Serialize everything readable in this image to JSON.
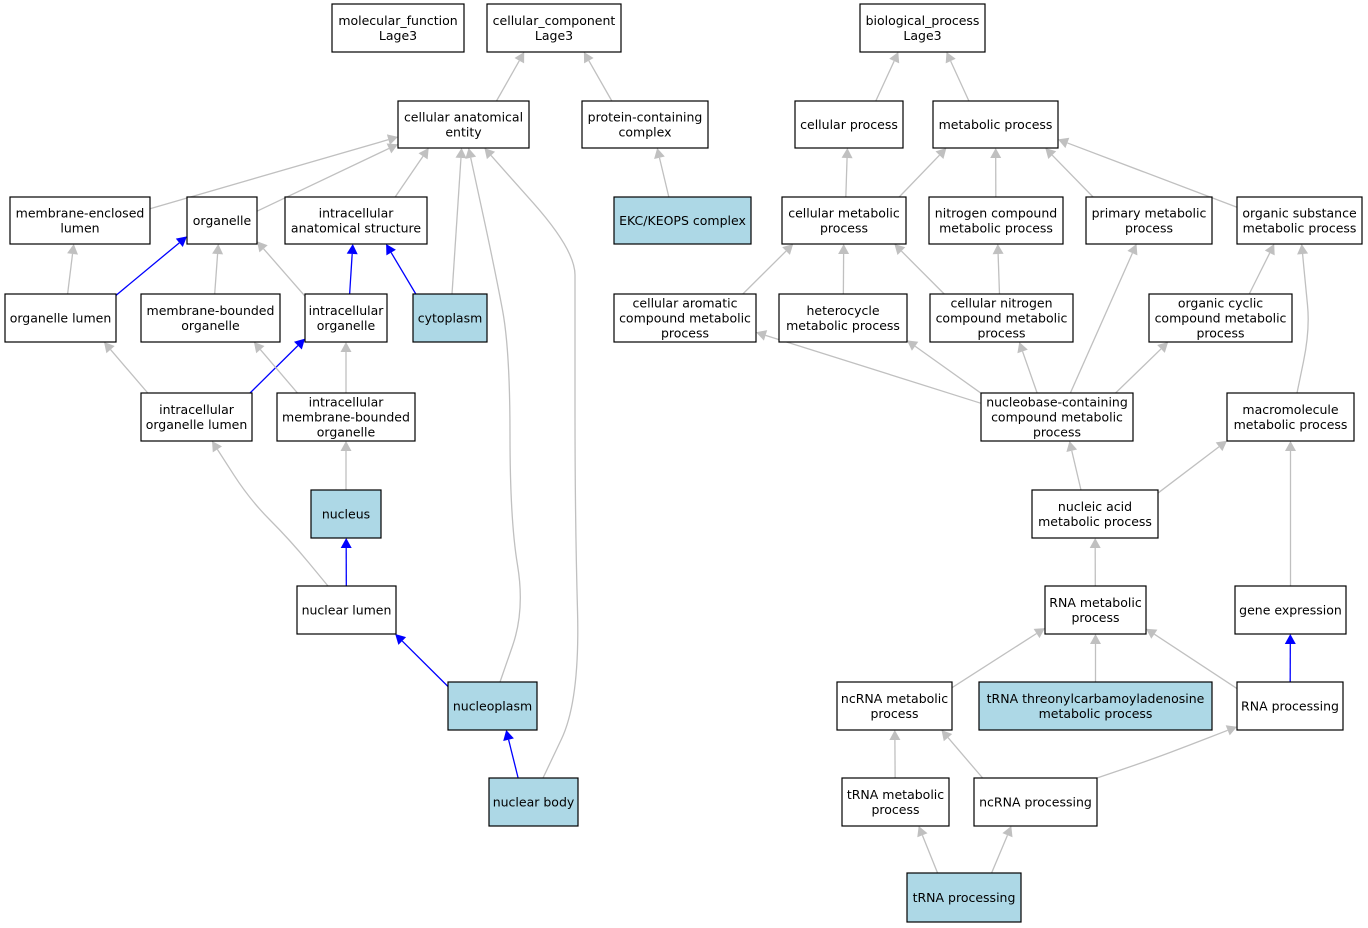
{
  "colors": {
    "highlight_fill": "#add8e6",
    "default_fill": "#ffffff",
    "gray_edge": "#c0c0c0",
    "blue_edge": "#0000ff"
  },
  "nodes": [
    {
      "id": "mf",
      "lines": [
        "molecular_function",
        "Lage3"
      ],
      "highlighted": false
    },
    {
      "id": "cc",
      "lines": [
        "cellular_component",
        "Lage3"
      ],
      "highlighted": false
    },
    {
      "id": "bp",
      "lines": [
        "biological_process",
        "Lage3"
      ],
      "highlighted": false
    },
    {
      "id": "cae",
      "lines": [
        "cellular anatomical",
        "entity"
      ],
      "highlighted": false
    },
    {
      "id": "pcc",
      "lines": [
        "protein-containing",
        "complex"
      ],
      "highlighted": false
    },
    {
      "id": "cp",
      "lines": [
        "cellular process"
      ],
      "highlighted": false
    },
    {
      "id": "mp",
      "lines": [
        "metabolic process"
      ],
      "highlighted": false
    },
    {
      "id": "mel",
      "lines": [
        "membrane-enclosed",
        "lumen"
      ],
      "highlighted": false
    },
    {
      "id": "org",
      "lines": [
        "organelle"
      ],
      "highlighted": false
    },
    {
      "id": "ias",
      "lines": [
        "intracellular",
        "anatomical structure"
      ],
      "highlighted": false
    },
    {
      "id": "ekc",
      "lines": [
        "EKC/KEOPS complex"
      ],
      "highlighted": true
    },
    {
      "id": "cmp",
      "lines": [
        "cellular metabolic",
        "process"
      ],
      "highlighted": false
    },
    {
      "id": "ncmp",
      "lines": [
        "nitrogen compound",
        "metabolic process"
      ],
      "highlighted": false
    },
    {
      "id": "pmp",
      "lines": [
        "primary metabolic",
        "process"
      ],
      "highlighted": false
    },
    {
      "id": "osmp",
      "lines": [
        "organic substance",
        "metabolic process"
      ],
      "highlighted": false
    },
    {
      "id": "ol",
      "lines": [
        "organelle lumen"
      ],
      "highlighted": false
    },
    {
      "id": "mbo",
      "lines": [
        "membrane-bounded",
        "organelle"
      ],
      "highlighted": false
    },
    {
      "id": "io",
      "lines": [
        "intracellular",
        "organelle"
      ],
      "highlighted": false
    },
    {
      "id": "cyt",
      "lines": [
        "cytoplasm"
      ],
      "highlighted": true
    },
    {
      "id": "cacmp",
      "lines": [
        "cellular aromatic",
        "compound metabolic",
        "process"
      ],
      "highlighted": false
    },
    {
      "id": "hmp",
      "lines": [
        "heterocycle",
        "metabolic process"
      ],
      "highlighted": false
    },
    {
      "id": "cncmp",
      "lines": [
        "cellular nitrogen",
        "compound metabolic",
        "process"
      ],
      "highlighted": false
    },
    {
      "id": "occmp",
      "lines": [
        "organic cyclic",
        "compound metabolic",
        "process"
      ],
      "highlighted": false
    },
    {
      "id": "iol",
      "lines": [
        "intracellular",
        "organelle lumen"
      ],
      "highlighted": false
    },
    {
      "id": "imbo",
      "lines": [
        "intracellular",
        "membrane-bounded",
        "organelle"
      ],
      "highlighted": false
    },
    {
      "id": "nbccmp",
      "lines": [
        "nucleobase-containing",
        "compound metabolic",
        "process"
      ],
      "highlighted": false
    },
    {
      "id": "mmp",
      "lines": [
        "macromolecule",
        "metabolic process"
      ],
      "highlighted": false
    },
    {
      "id": "nuc",
      "lines": [
        "nucleus"
      ],
      "highlighted": true
    },
    {
      "id": "namp",
      "lines": [
        "nucleic acid",
        "metabolic process"
      ],
      "highlighted": false
    },
    {
      "id": "nl",
      "lines": [
        "nuclear lumen"
      ],
      "highlighted": false
    },
    {
      "id": "rmp",
      "lines": [
        "RNA metabolic",
        "process"
      ],
      "highlighted": false
    },
    {
      "id": "ge",
      "lines": [
        "gene expression"
      ],
      "highlighted": false
    },
    {
      "id": "np",
      "lines": [
        "nucleoplasm"
      ],
      "highlighted": true
    },
    {
      "id": "ncrmp",
      "lines": [
        "ncRNA metabolic",
        "process"
      ],
      "highlighted": false
    },
    {
      "id": "ttamp",
      "lines": [
        "tRNA threonylcarbamoyladenosine",
        "metabolic process"
      ],
      "highlighted": true
    },
    {
      "id": "rp",
      "lines": [
        "RNA processing"
      ],
      "highlighted": false
    },
    {
      "id": "nb",
      "lines": [
        "nuclear body"
      ],
      "highlighted": true
    },
    {
      "id": "tmp",
      "lines": [
        "tRNA metabolic",
        "process"
      ],
      "highlighted": false
    },
    {
      "id": "ncp",
      "lines": [
        "ncRNA processing"
      ],
      "highlighted": false
    },
    {
      "id": "tp",
      "lines": [
        "tRNA processing"
      ],
      "highlighted": true
    }
  ],
  "edges": [
    {
      "from": "cae",
      "to": "cc",
      "type": "gray"
    },
    {
      "from": "pcc",
      "to": "cc",
      "type": "gray"
    },
    {
      "from": "cp",
      "to": "bp",
      "type": "gray"
    },
    {
      "from": "mp",
      "to": "bp",
      "type": "gray"
    },
    {
      "from": "mel",
      "to": "cae",
      "type": "gray"
    },
    {
      "from": "org",
      "to": "cae",
      "type": "gray"
    },
    {
      "from": "ias",
      "to": "cae",
      "type": "gray"
    },
    {
      "from": "cyt",
      "to": "cae",
      "type": "gray"
    },
    {
      "from": "np",
      "to": "cae",
      "type": "gray"
    },
    {
      "from": "nb",
      "to": "cae",
      "type": "gray"
    },
    {
      "from": "ekc",
      "to": "pcc",
      "type": "gray"
    },
    {
      "from": "cmp",
      "to": "cp",
      "type": "gray"
    },
    {
      "from": "cmp",
      "to": "mp",
      "type": "gray"
    },
    {
      "from": "ncmp",
      "to": "mp",
      "type": "gray"
    },
    {
      "from": "pmp",
      "to": "mp",
      "type": "gray"
    },
    {
      "from": "osmp",
      "to": "mp",
      "type": "gray"
    },
    {
      "from": "ol",
      "to": "mel",
      "type": "gray"
    },
    {
      "from": "ol",
      "to": "org",
      "type": "blue"
    },
    {
      "from": "mbo",
      "to": "org",
      "type": "gray"
    },
    {
      "from": "io",
      "to": "org",
      "type": "gray"
    },
    {
      "from": "io",
      "to": "ias",
      "type": "blue"
    },
    {
      "from": "cyt",
      "to": "ias",
      "type": "blue"
    },
    {
      "from": "cacmp",
      "to": "cmp",
      "type": "gray"
    },
    {
      "from": "hmp",
      "to": "cmp",
      "type": "gray"
    },
    {
      "from": "cncmp",
      "to": "cmp",
      "type": "gray"
    },
    {
      "from": "cncmp",
      "to": "ncmp",
      "type": "gray"
    },
    {
      "from": "nbccmp",
      "to": "pmp",
      "type": "gray"
    },
    {
      "from": "occmp",
      "to": "osmp",
      "type": "gray"
    },
    {
      "from": "mmp",
      "to": "osmp",
      "type": "gray"
    },
    {
      "from": "iol",
      "to": "ol",
      "type": "gray"
    },
    {
      "from": "iol",
      "to": "io",
      "type": "blue"
    },
    {
      "from": "imbo",
      "to": "mbo",
      "type": "gray"
    },
    {
      "from": "imbo",
      "to": "io",
      "type": "gray"
    },
    {
      "from": "nbccmp",
      "to": "cacmp",
      "type": "gray"
    },
    {
      "from": "nbccmp",
      "to": "hmp",
      "type": "gray"
    },
    {
      "from": "nbccmp",
      "to": "cncmp",
      "type": "gray"
    },
    {
      "from": "nbccmp",
      "to": "occmp",
      "type": "gray"
    },
    {
      "from": "nl",
      "to": "iol",
      "type": "gray"
    },
    {
      "from": "nuc",
      "to": "imbo",
      "type": "gray"
    },
    {
      "from": "namp",
      "to": "nbccmp",
      "type": "gray"
    },
    {
      "from": "namp",
      "to": "mmp",
      "type": "gray"
    },
    {
      "from": "ge",
      "to": "mmp",
      "type": "gray"
    },
    {
      "from": "nl",
      "to": "nuc",
      "type": "blue"
    },
    {
      "from": "rmp",
      "to": "namp",
      "type": "gray"
    },
    {
      "from": "np",
      "to": "nl",
      "type": "blue"
    },
    {
      "from": "ncrmp",
      "to": "rmp",
      "type": "gray"
    },
    {
      "from": "ttamp",
      "to": "rmp",
      "type": "gray"
    },
    {
      "from": "rp",
      "to": "rmp",
      "type": "gray"
    },
    {
      "from": "rp",
      "to": "ge",
      "type": "blue"
    },
    {
      "from": "nb",
      "to": "np",
      "type": "blue"
    },
    {
      "from": "tmp",
      "to": "ncrmp",
      "type": "gray"
    },
    {
      "from": "ncp",
      "to": "ncrmp",
      "type": "gray"
    },
    {
      "from": "ncp",
      "to": "rp",
      "type": "gray"
    },
    {
      "from": "tp",
      "to": "tmp",
      "type": "gray"
    },
    {
      "from": "tp",
      "to": "ncp",
      "type": "gray"
    }
  ]
}
